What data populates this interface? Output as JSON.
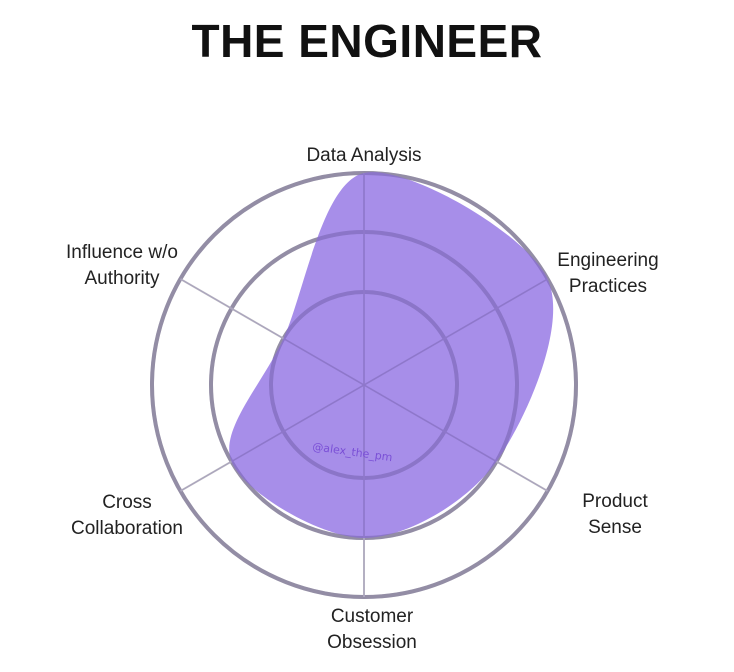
{
  "title": "THE ENGINEER",
  "watermark": "@alex_the_pm",
  "chart_data": {
    "type": "radar",
    "title": "THE ENGINEER",
    "axes": [
      {
        "line1": "Data Analysis",
        "line2": ""
      },
      {
        "line1": "Engineering",
        "line2": "Practices"
      },
      {
        "line1": "Product",
        "line2": "Sense"
      },
      {
        "line1": "Customer",
        "line2": "Obsession"
      },
      {
        "line1": "Cross",
        "line2": "Collaboration"
      },
      {
        "line1": "Influence w/o",
        "line2": "Authority"
      }
    ],
    "series": [
      {
        "values": [
          3.0,
          3.0,
          2.0,
          2.0,
          2.0,
          1.0
        ]
      }
    ],
    "rings": [
      1,
      2,
      3
    ],
    "max": 3,
    "colors": {
      "fill": "#9b7ee6",
      "ring": "#a9a9a9",
      "spoke": "#cfcfcf"
    }
  }
}
